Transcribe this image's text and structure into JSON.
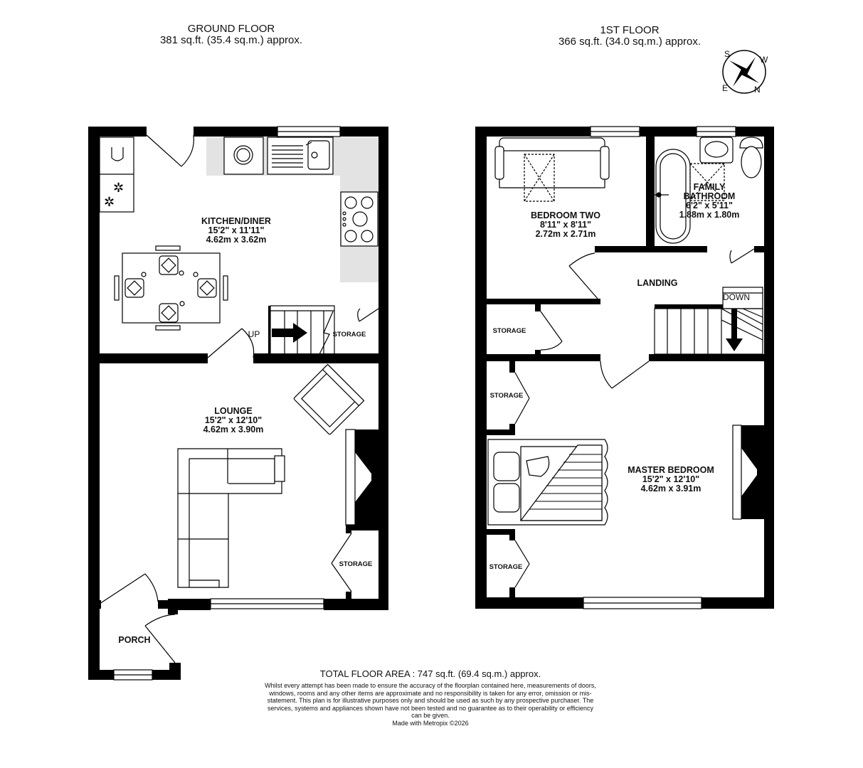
{
  "ground_floor": {
    "title": "GROUND FLOOR",
    "area": "381 sq.ft. (35.4 sq.m.) approx.",
    "rooms": {
      "kitchen": {
        "name": "KITCHEN/DINER",
        "imperial": "15'2\"  x 11'11\"",
        "metric": "4.62m  x 3.62m"
      },
      "lounge": {
        "name": "LOUNGE",
        "imperial": "15'2\"  x 12'10\"",
        "metric": "4.62m  x 3.90m"
      },
      "porch": {
        "name": "PORCH"
      },
      "storage_under_stairs": "STORAGE",
      "storage_lounge": "STORAGE"
    },
    "stairs_label": "UP"
  },
  "first_floor": {
    "title": "1ST FLOOR",
    "area": "366 sq.ft. (34.0 sq.m.) approx.",
    "rooms": {
      "bedroom_two": {
        "name": "BEDROOM TWO",
        "imperial": "8'11\"  x 8'11\"",
        "metric": "2.72m  x 2.71m"
      },
      "bathroom": {
        "name1": "FAMILY",
        "name2": "BATHROOM",
        "imperial": "6'2\"  x 5'11\"",
        "metric": "1.88m  x 1.80m"
      },
      "landing": {
        "name": "LANDING"
      },
      "master": {
        "name": "MASTER BEDROOM",
        "imperial": "15'2\"  x 12'10\"",
        "metric": "4.62m  x 3.91m"
      },
      "storage_a": "STORAGE",
      "storage_b": "STORAGE",
      "storage_c": "STORAGE"
    },
    "stairs_label": "DOWN"
  },
  "compass": {
    "labels": [
      "S",
      "W",
      "E",
      "N"
    ]
  },
  "footer": {
    "total": "TOTAL FLOOR AREA : 747 sq.ft. (69.4 sq.m.) approx.",
    "disclaimer": "Whilst every attempt has been made to ensure the accuracy of the floorplan contained here, measurements of doors, windows, rooms and any other items are approximate and no responsibility is taken for any error, omission or mis-statement. This plan is for illustrative purposes only and should be used as such by any prospective purchaser. The services, systems and appliances shown have not been tested and no guarantee as to their operability or efficiency can be given.",
    "made_with": "Made with Metropix ©2026"
  },
  "colors": {
    "wall": "#000000",
    "fixture_shade": "#e3e3e3",
    "line": "#333333"
  }
}
